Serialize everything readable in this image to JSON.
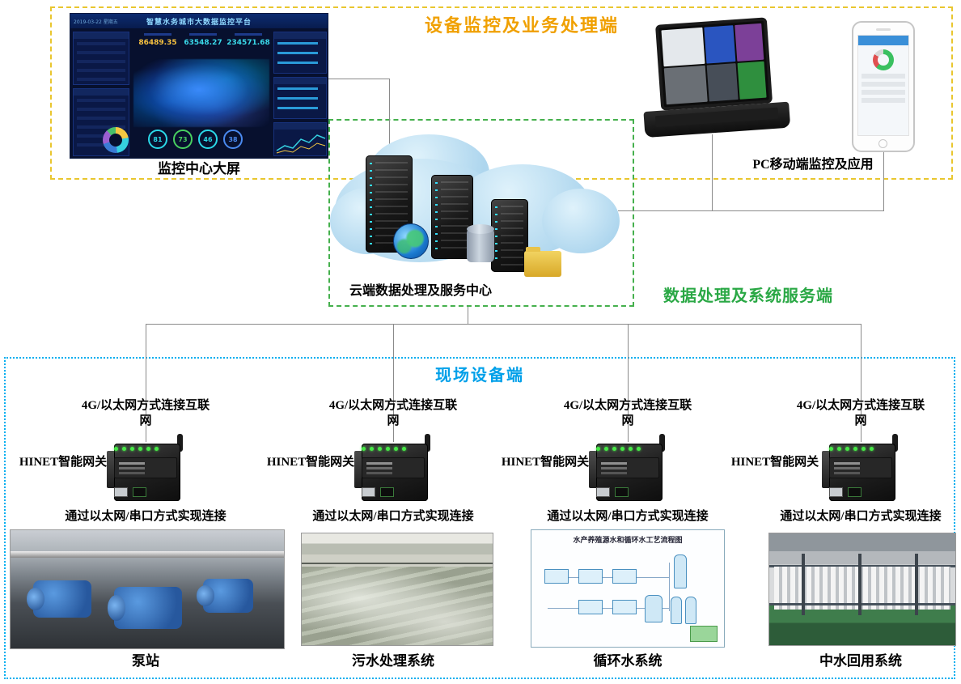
{
  "zones": {
    "monitor": {
      "title": "设备监控及业务处理端"
    },
    "cloud": {
      "label": "云端数据处理及服务中心",
      "side_label": "数据处理及系统服务端"
    },
    "field": {
      "title": "现场设备端"
    }
  },
  "monitor": {
    "dashboard_caption": "监控中心大屏",
    "pc_caption": "PC移动端监控及应用"
  },
  "dashboard": {
    "title": "智慧水务城市大数据监控平台",
    "date": "2019-03-22 星期五",
    "stats": [
      {
        "value": "86489.35"
      },
      {
        "value": "63548.27"
      },
      {
        "value": "234571.68"
      }
    ],
    "gauges": [
      {
        "value": "81"
      },
      {
        "value": "73"
      },
      {
        "value": "46"
      },
      {
        "value": "38"
      }
    ]
  },
  "field": {
    "diagram_title": "水产养殖源水和循环水工艺流程图",
    "columns": [
      {
        "net": "4G/以太网方式连接互联网",
        "gateway": "HINET智能网关",
        "conn": "通过以太网/串口方式实现连接",
        "caption": "泵站"
      },
      {
        "net": "4G/以太网方式连接互联网",
        "gateway": "HINET智能网关",
        "conn": "通过以太网/串口方式实现连接",
        "caption": "污水处理系统"
      },
      {
        "net": "4G/以太网方式连接互联网",
        "gateway": "HINET智能网关",
        "conn": "通过以太网/串口方式实现连接",
        "caption": "循环水系统"
      },
      {
        "net": "4G/以太网方式连接互联网",
        "gateway": "HINET智能网关",
        "conn": "通过以太网/串口方式实现连接",
        "caption": "中水回用系统"
      }
    ]
  },
  "colors": {
    "zone_monitor_border": "#e9c62f",
    "zone_cloud_border": "#45b04d",
    "zone_field_border": "#00aeef",
    "title_orange": "#f0a000",
    "title_green": "#2aa845",
    "title_blue": "#00a0e9"
  }
}
